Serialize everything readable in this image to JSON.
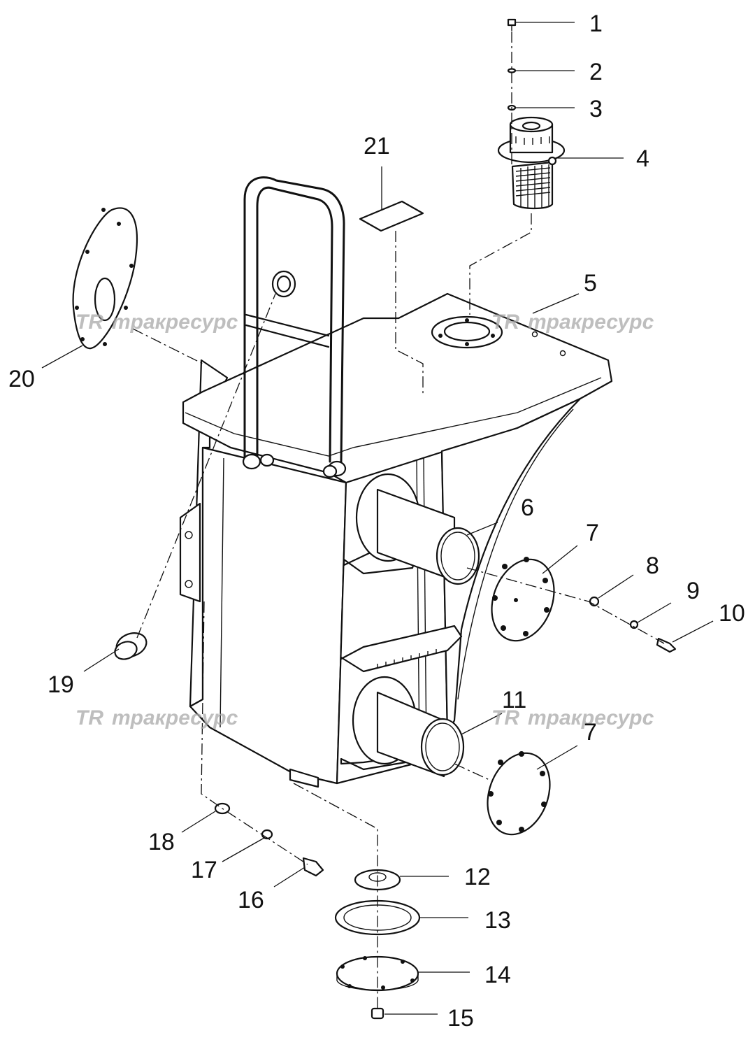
{
  "callouts": [
    {
      "id": "1",
      "label": "1"
    },
    {
      "id": "2",
      "label": "2"
    },
    {
      "id": "3",
      "label": "3"
    },
    {
      "id": "4",
      "label": "4"
    },
    {
      "id": "5",
      "label": "5"
    },
    {
      "id": "6",
      "label": "6"
    },
    {
      "id": "7a",
      "label": "7"
    },
    {
      "id": "7b",
      "label": "7"
    },
    {
      "id": "8",
      "label": "8"
    },
    {
      "id": "9",
      "label": "9"
    },
    {
      "id": "10",
      "label": "10"
    },
    {
      "id": "11",
      "label": "11"
    },
    {
      "id": "12",
      "label": "12"
    },
    {
      "id": "13",
      "label": "13"
    },
    {
      "id": "14",
      "label": "14"
    },
    {
      "id": "15",
      "label": "15"
    },
    {
      "id": "16",
      "label": "16"
    },
    {
      "id": "17",
      "label": "17"
    },
    {
      "id": "18",
      "label": "18"
    },
    {
      "id": "19",
      "label": "19"
    },
    {
      "id": "20",
      "label": "20"
    },
    {
      "id": "21",
      "label": "21"
    }
  ],
  "watermark": {
    "logo": "TR",
    "text": "тракресурс"
  }
}
